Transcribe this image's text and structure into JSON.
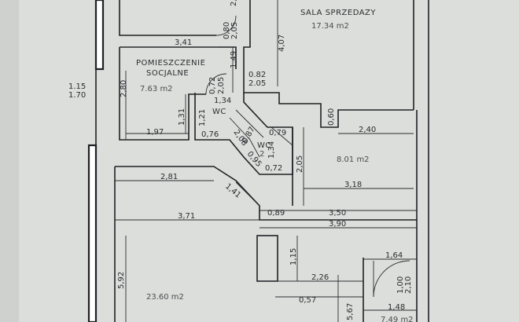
{
  "rooms": {
    "sala_name": "SALA SPRZEDAZY",
    "sala_area": "17.34 m2",
    "socjalne_name_1": "POMIESZCZENIE",
    "socjalne_name_2": "SOCJALNE",
    "socjalne_area": "7.63 m2",
    "wc1": "WC",
    "wc2": "WC",
    "wc2_area": "2",
    "hall_area": "8.01 m2",
    "main_area": "23.60 m2",
    "bottom_area": "7.49 m2"
  },
  "dimensions": {
    "d_341": "3,41",
    "d_080": "0,80",
    "d_205a": "2,05",
    "d_2top": "2,",
    "d_407": "4,07",
    "d_149": "1,49",
    "d_280": "2,80",
    "d_082": "0.82",
    "d_205b": "2.05",
    "d_072": "0,72",
    "d_205c": "2,05",
    "d_134": "1,34",
    "d_131": "1,31",
    "d_121": "1,21",
    "d_197": "1,97",
    "d_076": "0,76",
    "d_208": "2,08",
    "d_087": "0,87",
    "d_079": "0,79",
    "d_095": "0,95",
    "d_134b": "1,34",
    "d_072b": "0,72",
    "d_060": "0,60",
    "d_240": "2,40",
    "d_205d": "2,05",
    "d_318": "3,18",
    "d_281": "2,81",
    "d_141": "1,41",
    "d_371": "3,71",
    "d_089": "0,89",
    "d_350": "3,50",
    "d_390": "3,90",
    "d_115": "1,15",
    "d_164": "1,64",
    "d_226": "2,26",
    "d_057": "0,57",
    "d_100": "1,00",
    "d_210": "2,10",
    "d_148": "1,48",
    "d_592": "5,92",
    "d_567": "5,67",
    "d_115_170_a": "1.15",
    "d_115_170_b": "1.70"
  }
}
